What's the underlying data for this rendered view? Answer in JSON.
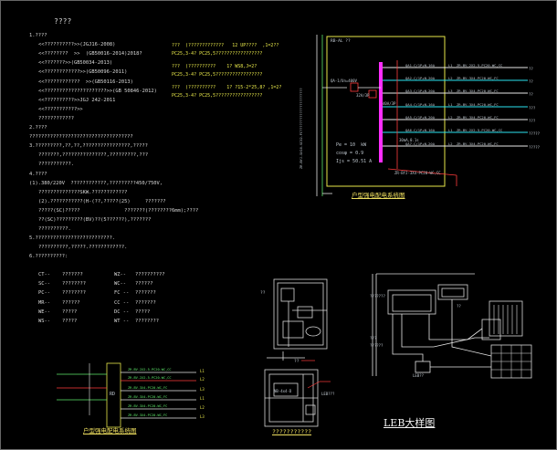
{
  "title": "????",
  "notes": [
    "1.????",
    "<<??????????>>(JGJ16-2008)",
    "<<????????  >>  (GB50016-2014)2018?",
    "<<???????>>(GB50034-2013)",
    "<<????????????>>(GB50096-2011)",
    "<<????????????  >>(GB50116-2013)",
    "<<?????????????????????>>(GB 50846-2012)",
    "<<??????????>>JGJ 242-2011",
    "<<???????????>>",
    "????????????",
    "2.????",
    "???????????????????????????????????",
    "3.?????????,??,??,????????????????,?????",
    "???????,???????????????,?????????,???",
    "???????????.",
    "4.????",
    "(1).380/220V  ????????????,?????????450/750V,",
    "??????????????SKW.????????????",
    "(2).???????????(H-(??,?????(25)     ???????",
    "?????(SC)?????               ???????(????????6mm);????",
    "??(SC)?????????(BV)??(5??????),???????",
    "??????????.",
    "5.??????????????????????????.",
    "??????????,?????.????????????.",
    "6.??????????:"
  ],
  "legend": [
    {
      "code": "CT--",
      "desc": "???????",
      "code2": "WZ--",
      "desc2": "??????????"
    },
    {
      "code": "SC--",
      "desc": "????????",
      "code2": "WC--",
      "desc2": "??????"
    },
    {
      "code": "PC--",
      "desc": "????????",
      "code2": "FC --",
      "desc2": "???????"
    },
    {
      "code": "MR--",
      "desc": "??????",
      "code2": "CC --",
      "desc2": "???????"
    },
    {
      "code": "WE--",
      "desc": "?????",
      "code2": "DC --",
      "desc2": "?????"
    },
    {
      "code": "WS--",
      "desc": "?????",
      "code2": "WT --",
      "desc2": "????????"
    }
  ],
  "specs": [
    {
      "line1": "???  (?????????????   12 UP????  ,1=2??",
      "line2": "PC25,3-4? PC25,5?????????????????"
    },
    {
      "line1": "???  (??????????    1? WS8,J=2?",
      "line2": "PC25,3-4? PC25,5?????????????????"
    },
    {
      "line1": "???  (??????????    1? ?15-2*25,8? ,1=2?",
      "line2": "PC25,3-4? PC25,5?????????????????"
    }
  ],
  "system": {
    "panel_id": "RB-AL ??",
    "feeder": "QA-1/Un=400V",
    "rating": "40A/3P",
    "breaker": "32A/3P",
    "calc": [
      "Pe = 10  kW",
      "cosφ = 0.9",
      "Ijs = 50.51 A"
    ],
    "circuits": [
      {
        "breaker": "QA1-C/1P+N-16A",
        "phase": "L1",
        "cable": "ZR-BV-2X2.5-PC20-WC,CC",
        "load": "??"
      },
      {
        "breaker": "QA2-C/1P+N-20A",
        "phase": "L2",
        "cable": "ZR-BV-3X4-PC20-WC,FC",
        "load": "??"
      },
      {
        "breaker": "QA3-C/1P+N-20A",
        "phase": "L3",
        "cable": "ZR-BV-3X4-PC20-WC,FC",
        "load": "??"
      },
      {
        "breaker": "QA4-C/1P+N-16A",
        "phase": "L1",
        "cable": "ZR-BV-3X4-PC20-WC,FC",
        "load": "???"
      },
      {
        "breaker": "QA5-C/1P+N-20A",
        "phase": "L2",
        "cable": "ZR-BV-3X4-PC20-WC,FC",
        "load": "???"
      },
      {
        "breaker": "QA6-C/1P+N-16A",
        "phase": "L1",
        "cable": "ZR-BV-2X2.5-PC20-WC,CC",
        "load": "?????"
      },
      {
        "breaker": "QA7-C/1P+N-20A",
        "phase": "L2",
        "cable": "ZR-BV-3X4-PC20-WC,FC",
        "load": "?????"
      }
    ],
    "spare": "ZR-BYJ-3X4-PC20-WC,CC",
    "residual": "30mA,0.1s",
    "incoming": "ZR-BYJ-5X10-SC32-FC??????????????????????",
    "caption": "户型强电配电系统图"
  },
  "small_system": {
    "caption": "户型强电配电系统图",
    "rows": [
      "ZR-BV-2X2.5-PC20-WC,CC",
      "ZR-BV-2X2.5-PC20-WC,CC",
      "ZR-BV-3X4-PC20-WC,FC",
      "ZR-BV-3X4-PC20-WC,FC",
      "ZR-BV-3X4-PC20-WC,FC",
      "ZR-BV-3X4-PC20-WC,FC"
    ],
    "ends": [
      "L1",
      "L2",
      "L3",
      "L1",
      "L2",
      "L3"
    ],
    "box": "RD"
  },
  "plan_labels": {
    "left": "??",
    "mid": "??",
    "bottom": "???????????",
    "note": "LEB???",
    "sub": "NB-4x4-D"
  },
  "leb": {
    "caption": "LEB大样图",
    "labels": [
      "???????",
      "???",
      "??????",
      "??"
    ],
    "box": "LEB??"
  }
}
